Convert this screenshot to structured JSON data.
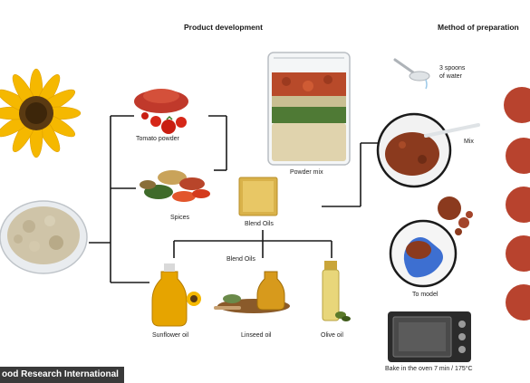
{
  "headings": {
    "product_development": "Product development",
    "method_of_preparation": "Method of preparation"
  },
  "labels": {
    "tomato_powder": "Tomato powder",
    "spices": "Spices",
    "blend_oils": "Blend Oils",
    "blend_oils_branch": "Blend Oils",
    "powder_mix": "Powder mix",
    "sunflower_oil": "Sunflower oil",
    "linseed_oil": "Linseed oil",
    "olive_oil": "Olive oil",
    "spoons_water_1": "3 spoons",
    "spoons_water_2": "of water",
    "mix": "Mix",
    "to_model": "To model",
    "bake": "Bake in the oven  7 min / 175°C"
  },
  "source_badge": "ood Research International",
  "colors": {
    "line": "#1a1a1a",
    "tomato": "#c0392b",
    "sunflower_petal": "#f5b800",
    "powder": "#cfc4a8",
    "oil": "#e0a400",
    "paste": "#8b3a1e",
    "glove": "#3d6fd1",
    "oven": "#2b2b2b"
  }
}
